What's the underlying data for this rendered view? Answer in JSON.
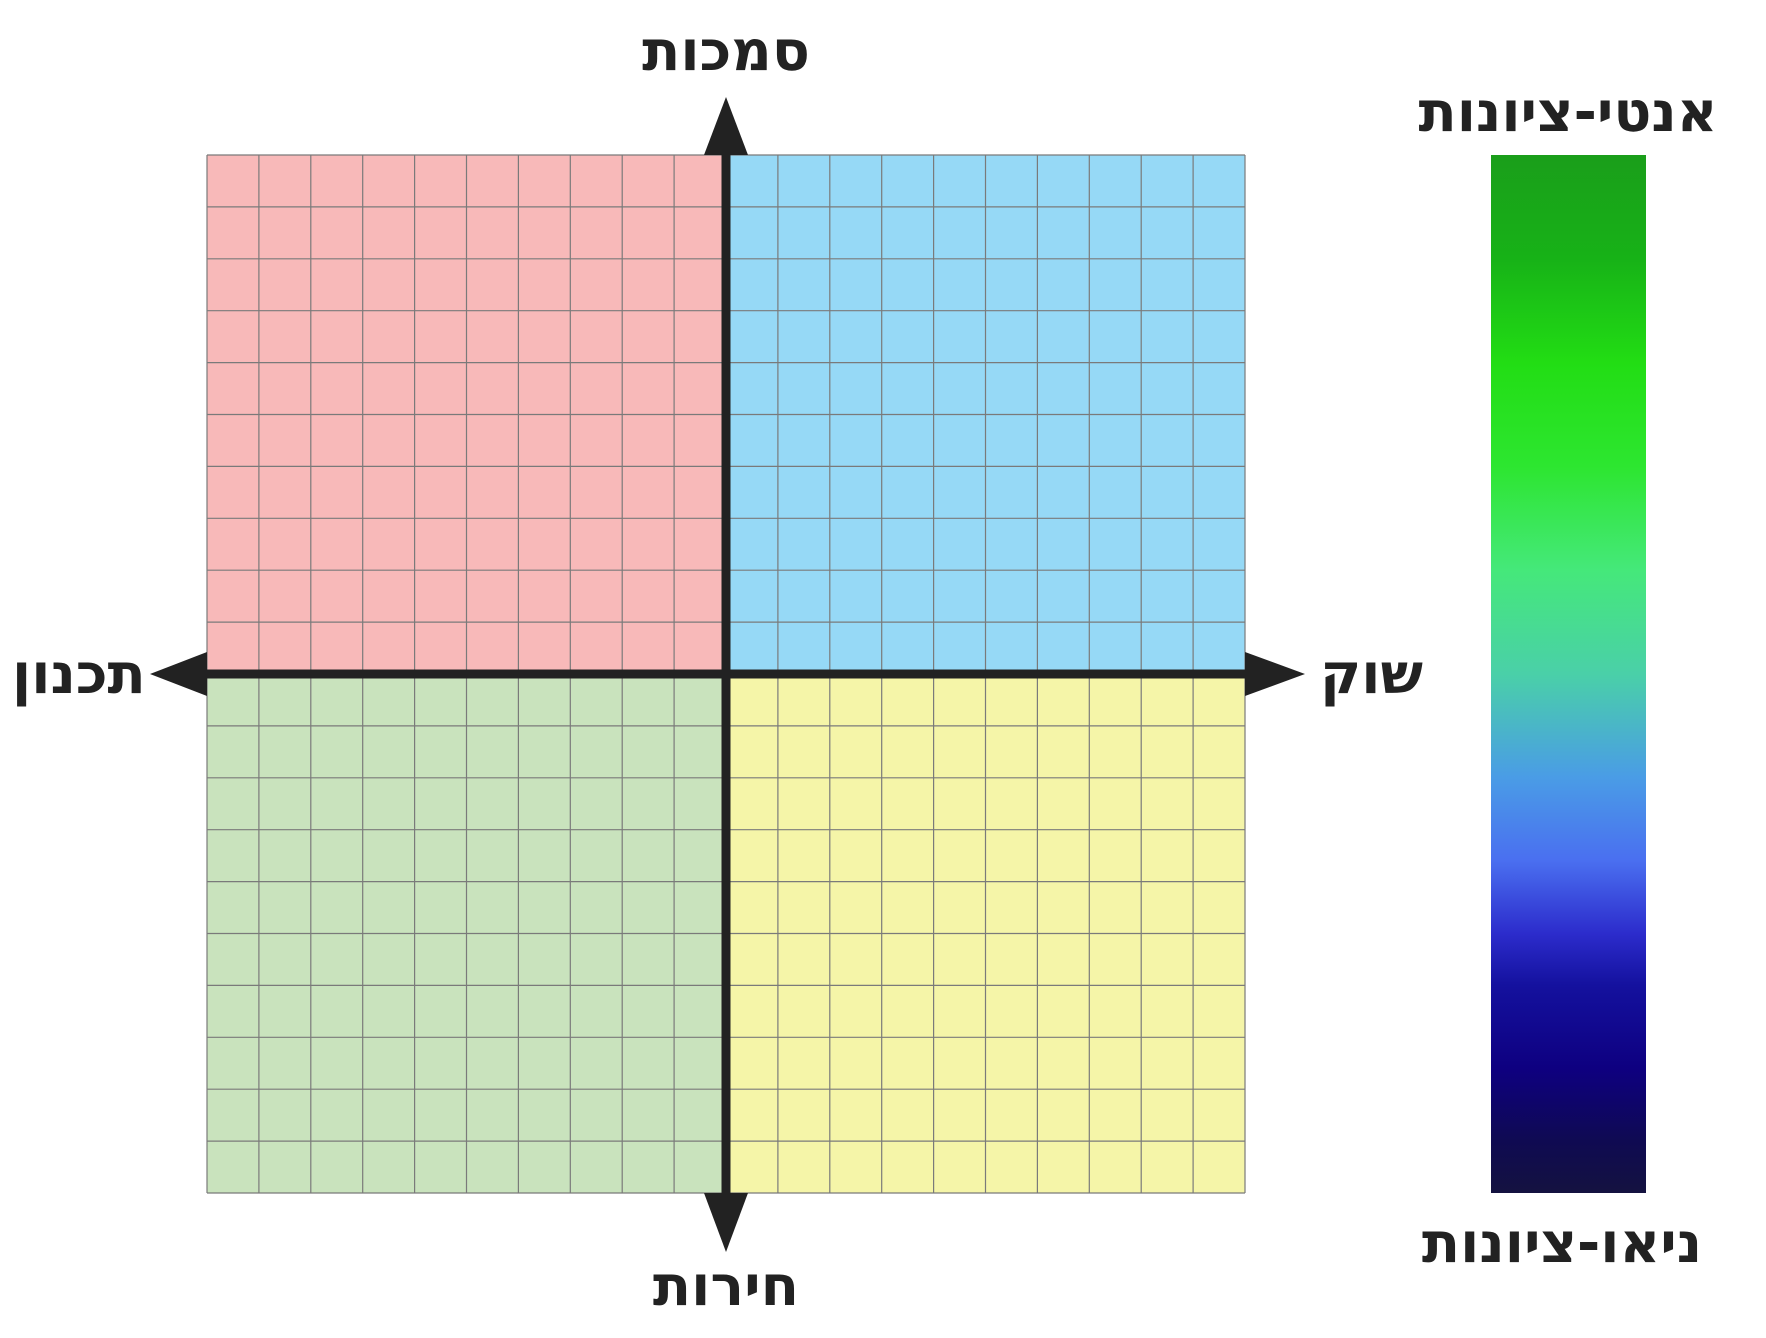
{
  "axes": {
    "top_label": "סמכות",
    "bottom_label": "חירות",
    "left_label": "תכנון",
    "right_label": "שוק"
  },
  "quadrants": {
    "top_left": {
      "color": "#f8b9b9"
    },
    "top_right": {
      "color": "#96d9f6"
    },
    "bottom_left": {
      "color": "#c9e3bd"
    },
    "bottom_right": {
      "color": "#f5f5a8"
    }
  },
  "grid": {
    "cells_per_side": 20
  },
  "colorbar": {
    "top_label": "אנטי-ציונות",
    "bottom_label": "ניאו-ציונות",
    "gradient": [
      {
        "offset": 0.0,
        "color": "#1a9e1a"
      },
      {
        "offset": 0.1,
        "color": "#17b217"
      },
      {
        "offset": 0.2,
        "color": "#22dd14"
      },
      {
        "offset": 0.3,
        "color": "#2de630"
      },
      {
        "offset": 0.4,
        "color": "#45e87a"
      },
      {
        "offset": 0.5,
        "color": "#4ad0a8"
      },
      {
        "offset": 0.6,
        "color": "#4a9ce6"
      },
      {
        "offset": 0.68,
        "color": "#4a6ff0"
      },
      {
        "offset": 0.75,
        "color": "#2c2ccc"
      },
      {
        "offset": 0.8,
        "color": "#14119e"
      },
      {
        "offset": 0.88,
        "color": "#0e0080"
      },
      {
        "offset": 0.95,
        "color": "#0f0a52"
      },
      {
        "offset": 1.0,
        "color": "#141240"
      }
    ]
  }
}
